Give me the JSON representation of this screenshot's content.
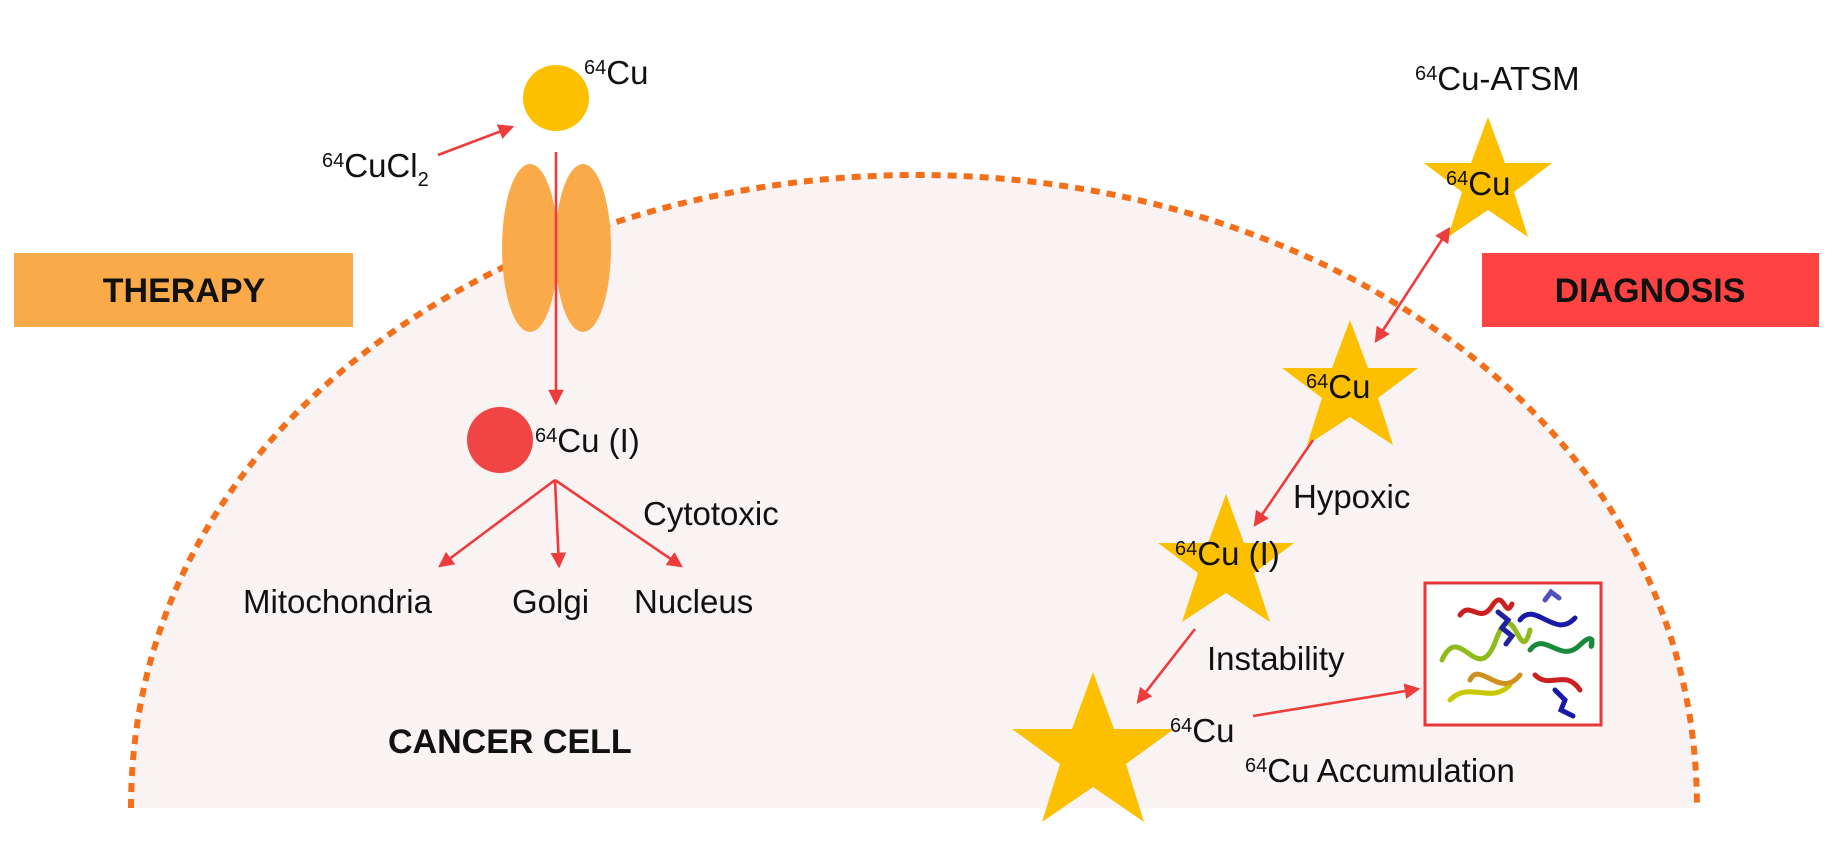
{
  "badges": {
    "therapy": "THERAPY",
    "diagnosis": "DIAGNOSIS"
  },
  "cell_label": "CANCER CELL",
  "therapy": {
    "cu_top_sup": "64",
    "cu_top": "Cu",
    "cucl2_sup": "64",
    "cucl2": "CuCl",
    "cucl2_sub": "2",
    "cu1_sup": "64",
    "cu1": "Cu (I)",
    "cytotoxic": "Cytotoxic",
    "targets": [
      "Mitochondria",
      "Golgi",
      "Nucleus"
    ]
  },
  "diagnosis": {
    "atsm_sup": "64",
    "atsm": "Cu-ATSM",
    "star1_sup": "64",
    "star1": "Cu",
    "star2_sup": "64",
    "star2": "Cu",
    "hypoxic": "Hypoxic",
    "star3_sup": "64",
    "star3": "Cu (I)",
    "instability": "Instability",
    "cu_final_sup": "64",
    "cu_final": "Cu",
    "accumulation_sup": "64",
    "accumulation": "Cu Accumulation"
  },
  "colors": {
    "therapy_badge": "#fbaa4a",
    "diagnosis_badge": "#ff4343",
    "cell_fill": "#f9f3f3",
    "membrane": "#f46f1a",
    "arrow": "#ee3b3b",
    "copper": "#fdc000",
    "transporter": "#fbaa4a",
    "cu1_ball": "#f14444",
    "protein_box": "#e83737"
  },
  "icons": {
    "protein_structure": "protein-structure-image"
  }
}
